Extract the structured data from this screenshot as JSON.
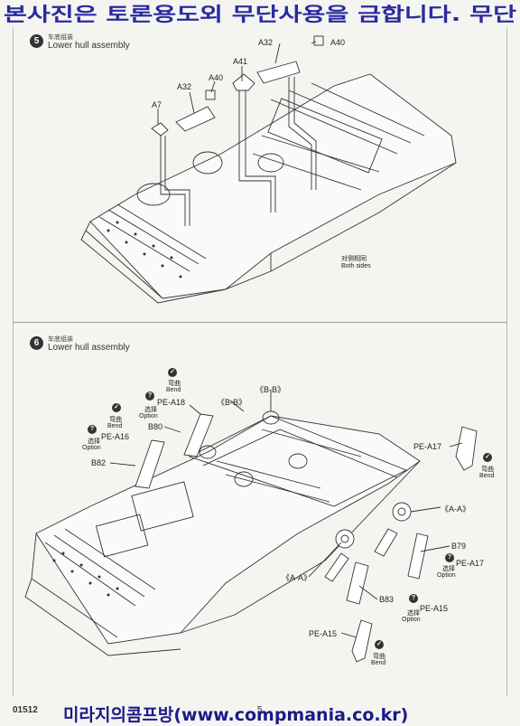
{
  "watermark_top": "본사진은 토론용도외 무단사용을 금합니다. 무단",
  "watermark_bottom": "미라지의콤프방(www.compmania.co.kr)",
  "steps": [
    {
      "number": "5",
      "title_cn": "车底组装",
      "title_en": "Lower hull assembly"
    },
    {
      "number": "6",
      "title_cn": "车底组装",
      "title_en": "Lower hull assembly"
    }
  ],
  "step5_labels": {
    "a32_top": "A32",
    "a40_top": "A40",
    "a41": "A41",
    "a40_mid": "A40",
    "a32_left": "A32",
    "a7": "A7",
    "both_sides_cn": "对侧相同",
    "both_sides_en": "Both sides"
  },
  "step6_labels": {
    "bend_cn": "弯曲",
    "bend_en": "Bend",
    "option_cn": "选择",
    "option_en": "Option",
    "pe_a18": "PE-A18",
    "b80": "B80",
    "bb_left": "《B-B》",
    "bb_right": "《B-B》",
    "pe_a16": "PE-A16",
    "b82": "B82",
    "pe_a17_top": "PE-A17",
    "aa_right": "《A-A》",
    "b79": "B79",
    "pe_a17_mid": "PE-A17",
    "aa_left": "《A-A》",
    "b83": "B83",
    "pe_a15_opt": "PE-A15",
    "pe_a15_bend": "PE-A15"
  },
  "footer": {
    "code": "01512",
    "page": "5"
  },
  "colors": {
    "watermark": "#2a2aa0",
    "ink": "#333333",
    "paper": "#f4f4f1"
  }
}
